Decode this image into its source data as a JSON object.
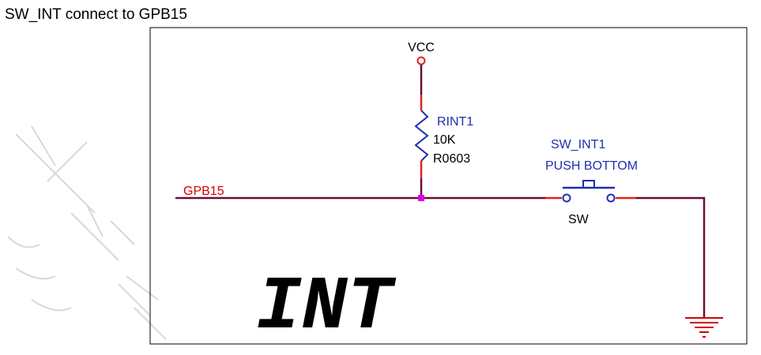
{
  "caption": "SW_INT connect to GPB15",
  "net_label": "GPB15",
  "power_label": "VCC",
  "resistor": {
    "ref": "RINT1",
    "value": "10K",
    "footprint": "R0603"
  },
  "switch": {
    "ref": "SW_INT1",
    "value": "PUSH BOTTOM",
    "footprint": "SW"
  },
  "block_title": "INT",
  "colors": {
    "wire": "#6a0d3a",
    "pin": "#e0231c",
    "component": "#1f2fb0",
    "junction": "#e000e0",
    "ground": "#d40000",
    "net_label": "#d40000"
  }
}
